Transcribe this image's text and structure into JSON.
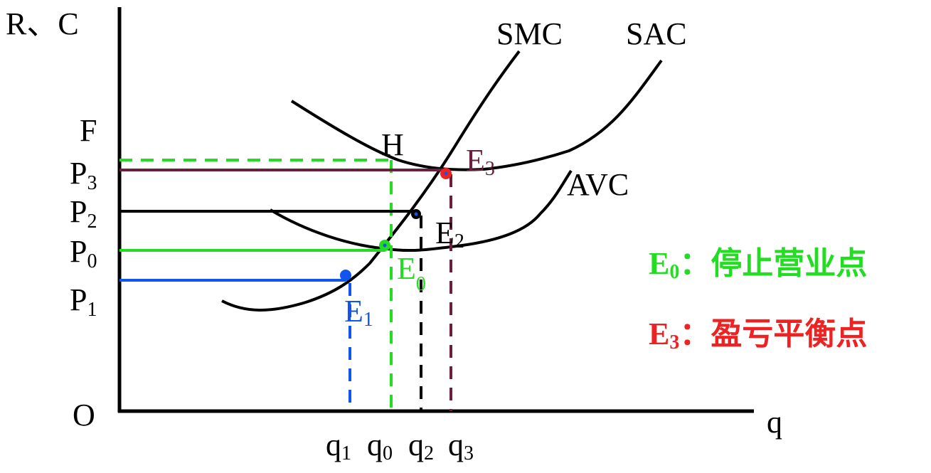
{
  "axes": {
    "y_label": "R、C",
    "x_label": "q",
    "origin_label": "O"
  },
  "curve_labels": {
    "smc": "SMC",
    "sac": "SAC",
    "avc": "AVC"
  },
  "price_labels": {
    "f": "F",
    "p3": {
      "base": "P",
      "sub": "3"
    },
    "p2": {
      "base": "P",
      "sub": "2"
    },
    "p0": {
      "base": "P",
      "sub": "0"
    },
    "p1": {
      "base": "P",
      "sub": "1"
    }
  },
  "quantity_labels": {
    "q1": {
      "base": "q",
      "sub": "1"
    },
    "q0": {
      "base": "q",
      "sub": "0"
    },
    "q2": {
      "base": "q",
      "sub": "2"
    },
    "q3": {
      "base": "q",
      "sub": "3"
    }
  },
  "point_labels": {
    "h": "H",
    "e3": {
      "base": "E",
      "sub": "3"
    },
    "e2": {
      "base": "E",
      "sub": "2"
    },
    "e0": {
      "base": "E",
      "sub": "0"
    },
    "e1": {
      "base": "E",
      "sub": "1"
    }
  },
  "legend": {
    "shutdown": {
      "base": "E",
      "sub": "0",
      "text": "：停止营业点"
    },
    "breakeven": {
      "base": "E",
      "sub": "3",
      "text": "：盈亏平衡点"
    }
  },
  "colors": {
    "axis": "#000000",
    "p3_line": "#6b1f3e",
    "p2_line": "#000000",
    "p0_line": "#22dd22",
    "p1_line": "#1155ee",
    "h_line": "#22dd22",
    "e3_point": "#ee2222",
    "e2_point": "#000000",
    "e0_point": "#22dd22",
    "e1_point": "#1155ee",
    "e3_label": "#6b1f3e",
    "e2_label": "#000000",
    "e0_label": "#22dd22",
    "e1_label": "#1155ee",
    "legend_shutdown": "#22dd22",
    "legend_breakeven": "#ee2222"
  }
}
